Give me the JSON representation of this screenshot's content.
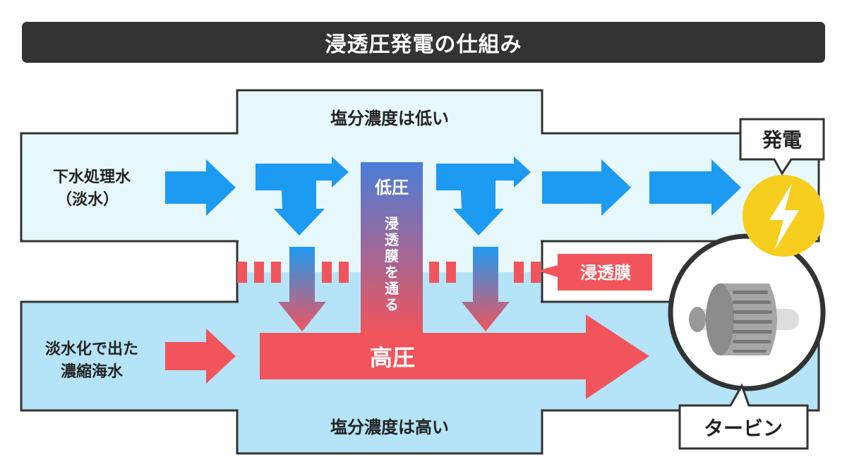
{
  "title": "浸透圧発電の仕組み",
  "upper": {
    "concentration_label": "塩分濃度は低い",
    "inlet_label_line1": "下水処理水",
    "inlet_label_line2": "（淡水）",
    "pressure_label": "低圧"
  },
  "lower": {
    "concentration_label": "塩分濃度は高い",
    "inlet_label_line1": "淡水化で出た",
    "inlet_label_line2": "濃縮海水",
    "pressure_label": "高圧"
  },
  "membrane": {
    "label": "浸透膜",
    "pass_label": [
      "浸",
      "透",
      "膜",
      "を",
      "通",
      "る"
    ]
  },
  "generation_label": "発電",
  "turbine_label": "タービン",
  "colors": {
    "title_bg": "#333333",
    "freshwater": "#e6f8fc",
    "seawater": "#b5e3f7",
    "fresh_arrow": "#1d9af2",
    "sea_arrow": "#f2545b",
    "membrane": "#f2545b",
    "bolt_circle": "#f7cd1e",
    "outline": "#333333"
  },
  "icons": {
    "generation": "lightning-bolt-icon",
    "turbine": "turbine-icon"
  }
}
